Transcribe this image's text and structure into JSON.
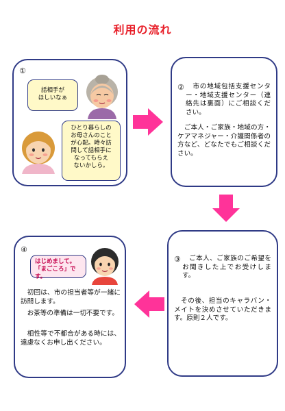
{
  "title": "利用の流れ",
  "colors": {
    "accent": "#ff3399",
    "border": "#2f3a86",
    "title": "#e8202a",
    "speech_yellow": "#fff9c8",
    "speech_pink": "#fde6ef"
  },
  "steps": [
    {
      "number": "①",
      "bubbles": [
        "話相手が\nほしいなぁ",
        "ひとり暮らしの\nお母さんのこと\nが心配。時々訪\n問して話相手に\nなってもらえ\nないかしら。"
      ],
      "icons": [
        "elderly-woman-icon",
        "daughter-icon"
      ]
    },
    {
      "number": "②",
      "paragraphs": [
        "　市の地域包括支援センター・地域支援センター（連絡先は裏面）にご相談ください。",
        "　ご本人・ご家族・地域の方・ケアマネジャー・介護関係者の方など、どなたでもご相談ください。"
      ]
    },
    {
      "number": "③",
      "paragraphs": [
        "　ご本人、ご家族のご希望をお聞きした上でお受けします。",
        "　その後、担当のキャラバン・メイトを決めさせていただきます。原則２人です。"
      ]
    },
    {
      "number": "④",
      "bubble": "はじめまして。\n「まごころ」です。",
      "icons": [
        "caravan-mate-icon"
      ],
      "paragraphs": [
        "　初回は、市の担当者等が一緒に訪問します。",
        "　お茶等の準備は一切不要です。",
        "　相性等で不都合がある時には、遠慮なくお申し出ください。"
      ]
    }
  ],
  "arrows": [
    "arrow-right",
    "arrow-down",
    "arrow-left"
  ]
}
